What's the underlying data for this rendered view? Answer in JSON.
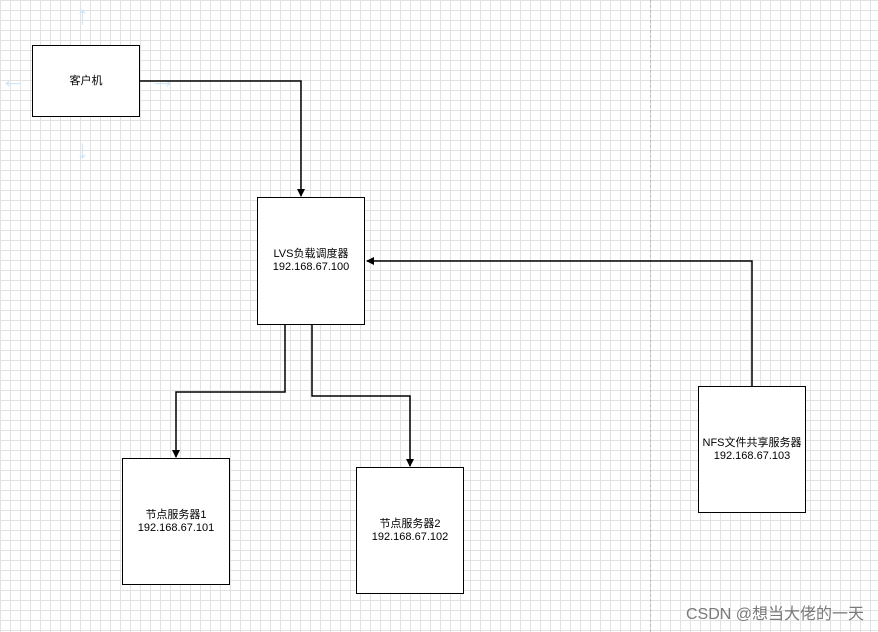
{
  "diagram": {
    "nodes": [
      {
        "id": "client",
        "label": "客户机",
        "ip": ""
      },
      {
        "id": "lvs",
        "label": "LVS负载调度器",
        "ip": "192.168.67.100"
      },
      {
        "id": "node1",
        "label": "节点服务器1",
        "ip": "192.168.67.101"
      },
      {
        "id": "node2",
        "label": "节点服务器2",
        "ip": "192.168.67.102"
      },
      {
        "id": "nfs",
        "label": "NFS文件共享服务器",
        "ip": "192.168.67.103"
      }
    ],
    "edges": [
      {
        "from": "client",
        "to": "lvs"
      },
      {
        "from": "lvs",
        "to": "node1"
      },
      {
        "from": "lvs",
        "to": "node2"
      },
      {
        "from": "nfs",
        "to": "lvs"
      }
    ]
  },
  "colors": {
    "stroke": "#000000",
    "grid": "#e2e2e2",
    "hint": "#cfe6f8"
  },
  "watermark": "CSDN @想当大佬的一天"
}
